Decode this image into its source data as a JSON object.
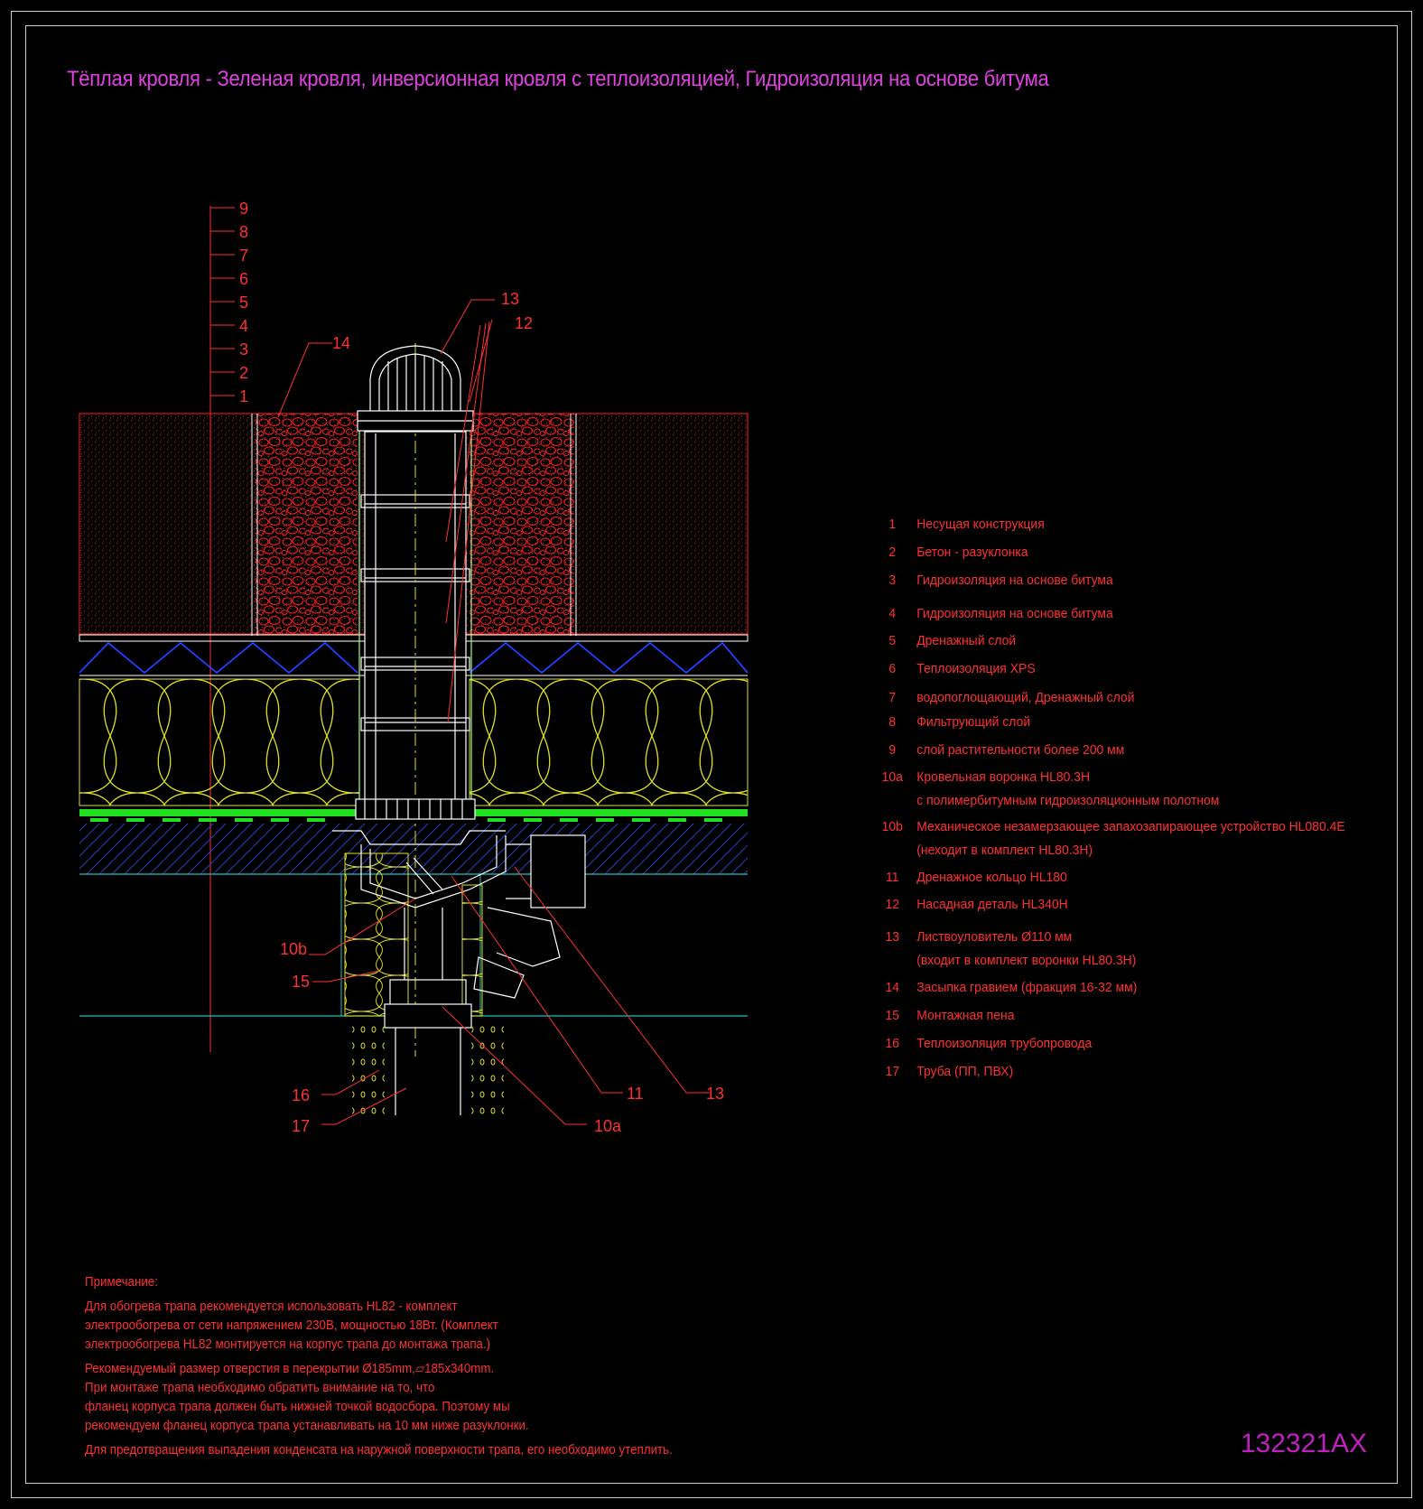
{
  "title": "Тёплая кровля - Зеленая кровля, инверсионная кровля с теплоизоляцией, Гидроизоляция на основе битума",
  "code": "132321AX",
  "layer_ticks": [
    "9",
    "8",
    "7",
    "6",
    "5",
    "4",
    "3",
    "2",
    "1"
  ],
  "callouts": {
    "c13_top": "13",
    "c12": "12",
    "c14": "14",
    "c10b": "10b",
    "c15": "15",
    "c16": "16",
    "c17": "17",
    "c11": "11",
    "c13_bottom": "13",
    "c10a": "10a"
  },
  "legend": [
    {
      "num": "1",
      "text": "Несущая конструкция"
    },
    {
      "num": "2",
      "text": "Бетон - разуклонка"
    },
    {
      "num": "3",
      "text": "Гидроизоляция на основе битума"
    },
    {
      "num": "4",
      "text": "Гидроизоляция на основе битума"
    },
    {
      "num": "5",
      "text": "Дренажный слой"
    },
    {
      "num": "6",
      "text": "Теплоизоляция XPS"
    },
    {
      "num": "7",
      "text": "водопоглощающий, Дренажный слой"
    },
    {
      "num": "8",
      "text": "Фильтрующий слой"
    },
    {
      "num": "9",
      "text": "слой растительности более 200 мм"
    },
    {
      "num": "10a",
      "text": "Кровельная воронка HL80.3H",
      "sub": "с полимербитумным гидроизоляционным полотном"
    },
    {
      "num": "10b",
      "text": "Механическое незамерзающее запахозапирающее устройство HL080.4E",
      "sub": "(неходит в комплект HL80.3H)"
    },
    {
      "num": "11",
      "text": "Дренажное кольцо HL180"
    },
    {
      "num": "12",
      "text": "Насадная деталь HL340H"
    },
    {
      "num": "13",
      "text": "Листвоуловитель Ø110 мм",
      "sub": "(входит в комплект воронки HL80.3H)"
    },
    {
      "num": "14",
      "text": "Засыпка гравием (фракция 16-32 мм)"
    },
    {
      "num": "15",
      "text": "Монтажная пена"
    },
    {
      "num": "16",
      "text": "Теплоизоляция трубопровода"
    },
    {
      "num": "17",
      "text": "Труба (ПП, ПВХ)"
    }
  ],
  "note": {
    "heading": "Примечание:",
    "p1": "Для обогрева трапа рекомендуется использовать HL82 - комплект\nэлектрообогрева от сети напряжением 230В, мощностью 18Вт. (Комплект\nэлектрообогрева HL82 монтируется на корпус трапа до монтажа трапа.)",
    "p2": "Рекомендуемый размер отверстия в перекрытии Ø185mm,▱185x340mm.\nПри монтаже трапа необходимо обратить внимание на то, что\nфланец корпуса трапа должен быть нижней точкой водосбора. Поэтому мы\nрекомендуем фланец корпуса трапа устанавливать на 10 мм ниже разуклонки.",
    "p3": "Для предотвращения выпадения конденсата на наружной поверхности трапа, его необходимо утеплить."
  },
  "colors": {
    "title": "#e040e0",
    "code": "#c020c0",
    "annotation": "#ff3030",
    "insulation": "#e0e020",
    "drainage": "#2040ff",
    "membrane": "#20e020",
    "concrete": "#2030a0",
    "gravel": "#ff2020"
  }
}
